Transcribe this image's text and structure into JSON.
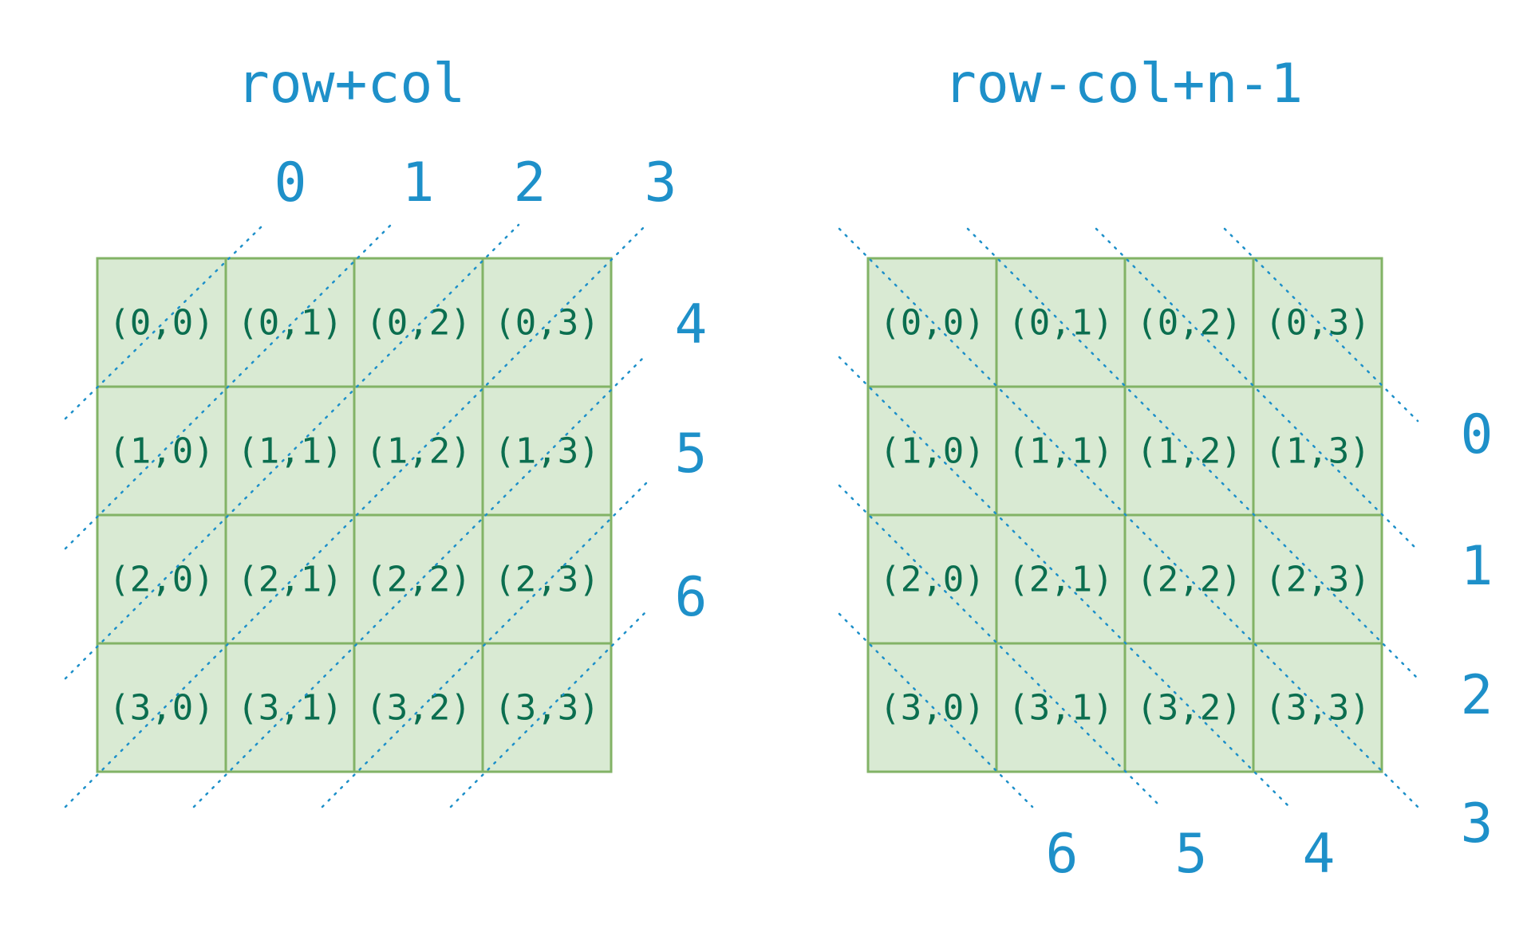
{
  "panels": [
    {
      "id": "sum",
      "title": "row+col",
      "cells": [
        [
          "(0,0)",
          "(0,1)",
          "(0,2)",
          "(0,3)"
        ],
        [
          "(1,0)",
          "(1,1)",
          "(1,2)",
          "(1,3)"
        ],
        [
          "(2,0)",
          "(2,1)",
          "(2,2)",
          "(2,3)"
        ],
        [
          "(3,0)",
          "(3,1)",
          "(3,2)",
          "(3,3)"
        ]
      ],
      "index_labels": [
        "0",
        "1",
        "2",
        "3",
        "4",
        "5",
        "6"
      ]
    },
    {
      "id": "diff",
      "title": "row-col+n-1",
      "cells": [
        [
          "(0,0)",
          "(0,1)",
          "(0,2)",
          "(0,3)"
        ],
        [
          "(1,0)",
          "(1,1)",
          "(1,2)",
          "(1,3)"
        ],
        [
          "(2,0)",
          "(2,1)",
          "(2,2)",
          "(2,3)"
        ],
        [
          "(3,0)",
          "(3,1)",
          "(3,2)",
          "(3,3)"
        ]
      ],
      "index_labels": [
        "0",
        "1",
        "2",
        "3",
        "4",
        "5",
        "6"
      ]
    }
  ],
  "colors": {
    "accent": "#1e90c9",
    "cell_fill": "#d9ead3",
    "cell_border": "#82b366",
    "cell_text": "#0b6e4f"
  }
}
